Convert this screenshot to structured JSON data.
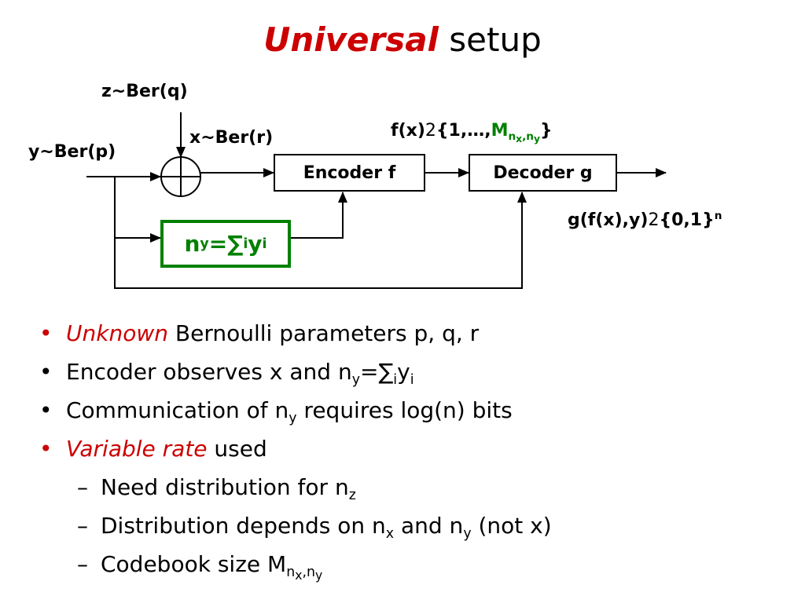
{
  "title": {
    "emphasis": "Universal",
    "rest": " setup"
  },
  "diagram": {
    "z_label": "z~Ber(q)",
    "x_label": "x~Ber(r)",
    "y_label": "y~Ber(p)",
    "encoder": "Encoder f",
    "decoder": "Decoder g",
    "f_output": {
      "prefix": "f(x)",
      "symbol": "2",
      "set_open": "{1,…,",
      "M": "M",
      "sub_nx": "n",
      "sub_x": "x",
      "sub_comma": ",",
      "sub_ny": "n",
      "sub_y": "y",
      "set_close": "}"
    },
    "g_output": {
      "prefix": "g(f(x),y)",
      "symbol": "2",
      "set": "{0,1}",
      "exp": "n"
    },
    "ny_box": {
      "n": "n",
      "ysub": "y",
      "eq": "=",
      "sigma": "∑",
      "isub": "i",
      "y": "y",
      "isub2": "i"
    }
  },
  "bullets": {
    "b1": {
      "em": "Unknown",
      "rest": " Bernoulli parameters p, q, r"
    },
    "b2": {
      "text": "Encoder observes x and n",
      "sub1": "y",
      "mid": "=∑",
      "sub2": "i",
      "y": "y",
      "sub3": "i"
    },
    "b3": {
      "text": "Communication of n",
      "sub": "y",
      "rest": " requires log(n) bits"
    },
    "b4": {
      "em": "Variable rate",
      "rest": " used"
    },
    "s1": {
      "text": "Need distribution for n",
      "sub": "z"
    },
    "s2": {
      "text": "Distribution depends on n",
      "sub1": "x",
      "mid": " and n",
      "sub2": "y",
      "rest": " (not x)"
    },
    "s3": {
      "text": "Codebook size M",
      "n1": "n",
      "x": "x",
      "comma": ",",
      "n2": "n",
      "y": "y"
    }
  },
  "colors": {
    "accent_red": "#cc0000",
    "green": "#008000"
  }
}
